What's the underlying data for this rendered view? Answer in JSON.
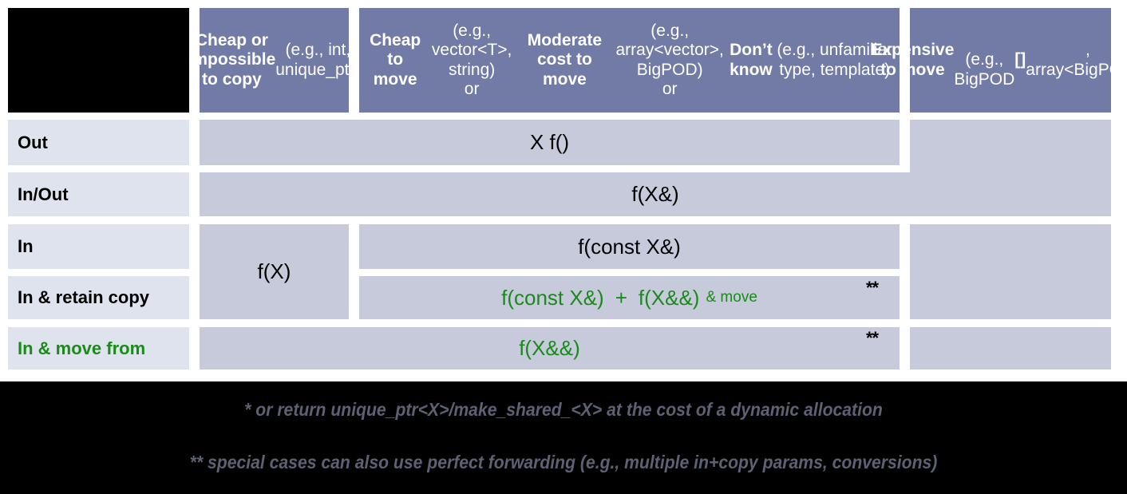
{
  "table": {
    "corner": "",
    "columns": [
      {
        "id": "col-cheap-copy",
        "html": "<b>Cheap or impossible to copy</b> (e.g., int, unique_ptr)"
      },
      {
        "id": "col-cheap-move",
        "html": "<b>Cheap to move</b> (e.g., vector&lt;T&gt;, string)<br>or <b>Moderate cost to move</b> (e.g., array&lt;vector&gt;, BigPOD)<br>or <b>Don&rsquo;t know</b> (e.g., unfamiliar type, template)"
      },
      {
        "id": "col-expensive-move",
        "html": "<b>Expensive to move</b><br>(e.g., BigPOD<b>[]</b>,<br>array&lt;BigPOD&gt;)"
      }
    ],
    "rows": [
      {
        "id": "row-out",
        "label": "Out",
        "label_color": "black"
      },
      {
        "id": "row-inout",
        "label": "In/Out",
        "label_color": "black"
      },
      {
        "id": "row-in",
        "label": "In",
        "label_color": "black"
      },
      {
        "id": "row-retain-copy",
        "label": "In & retain copy",
        "label_color": "black"
      },
      {
        "id": "row-move-from",
        "label": "In & move from",
        "label_color": "green"
      }
    ],
    "cells": {
      "out_main": "X f()",
      "out_right": "",
      "inout_main": "f(X&)",
      "in_copy": "f(X)",
      "in_main": "f(const X&)",
      "retain_left": "f(const X&)",
      "retain_plus": "+",
      "retain_right": "f(X&&)",
      "retain_suffix": "& move",
      "movefrom_main": "f(X&&)"
    },
    "markers": {
      "retain_stars": "**",
      "movefrom_stars": "**"
    }
  },
  "footnotes": {
    "one": "* or return unique_ptr<X>/make_shared_<X> at the cost of a dynamic allocation",
    "two": "** special cases can also use perfect forwarding (e.g., multiple in+copy params, conversions)"
  },
  "colors": {
    "header_blue": "#717ba5",
    "cell_fill": "#c6cadb",
    "row_label_fill": "#dfe3ed",
    "green": "#1a8a1a",
    "footnote_gray": "#5d6173",
    "background": "#000000"
  }
}
